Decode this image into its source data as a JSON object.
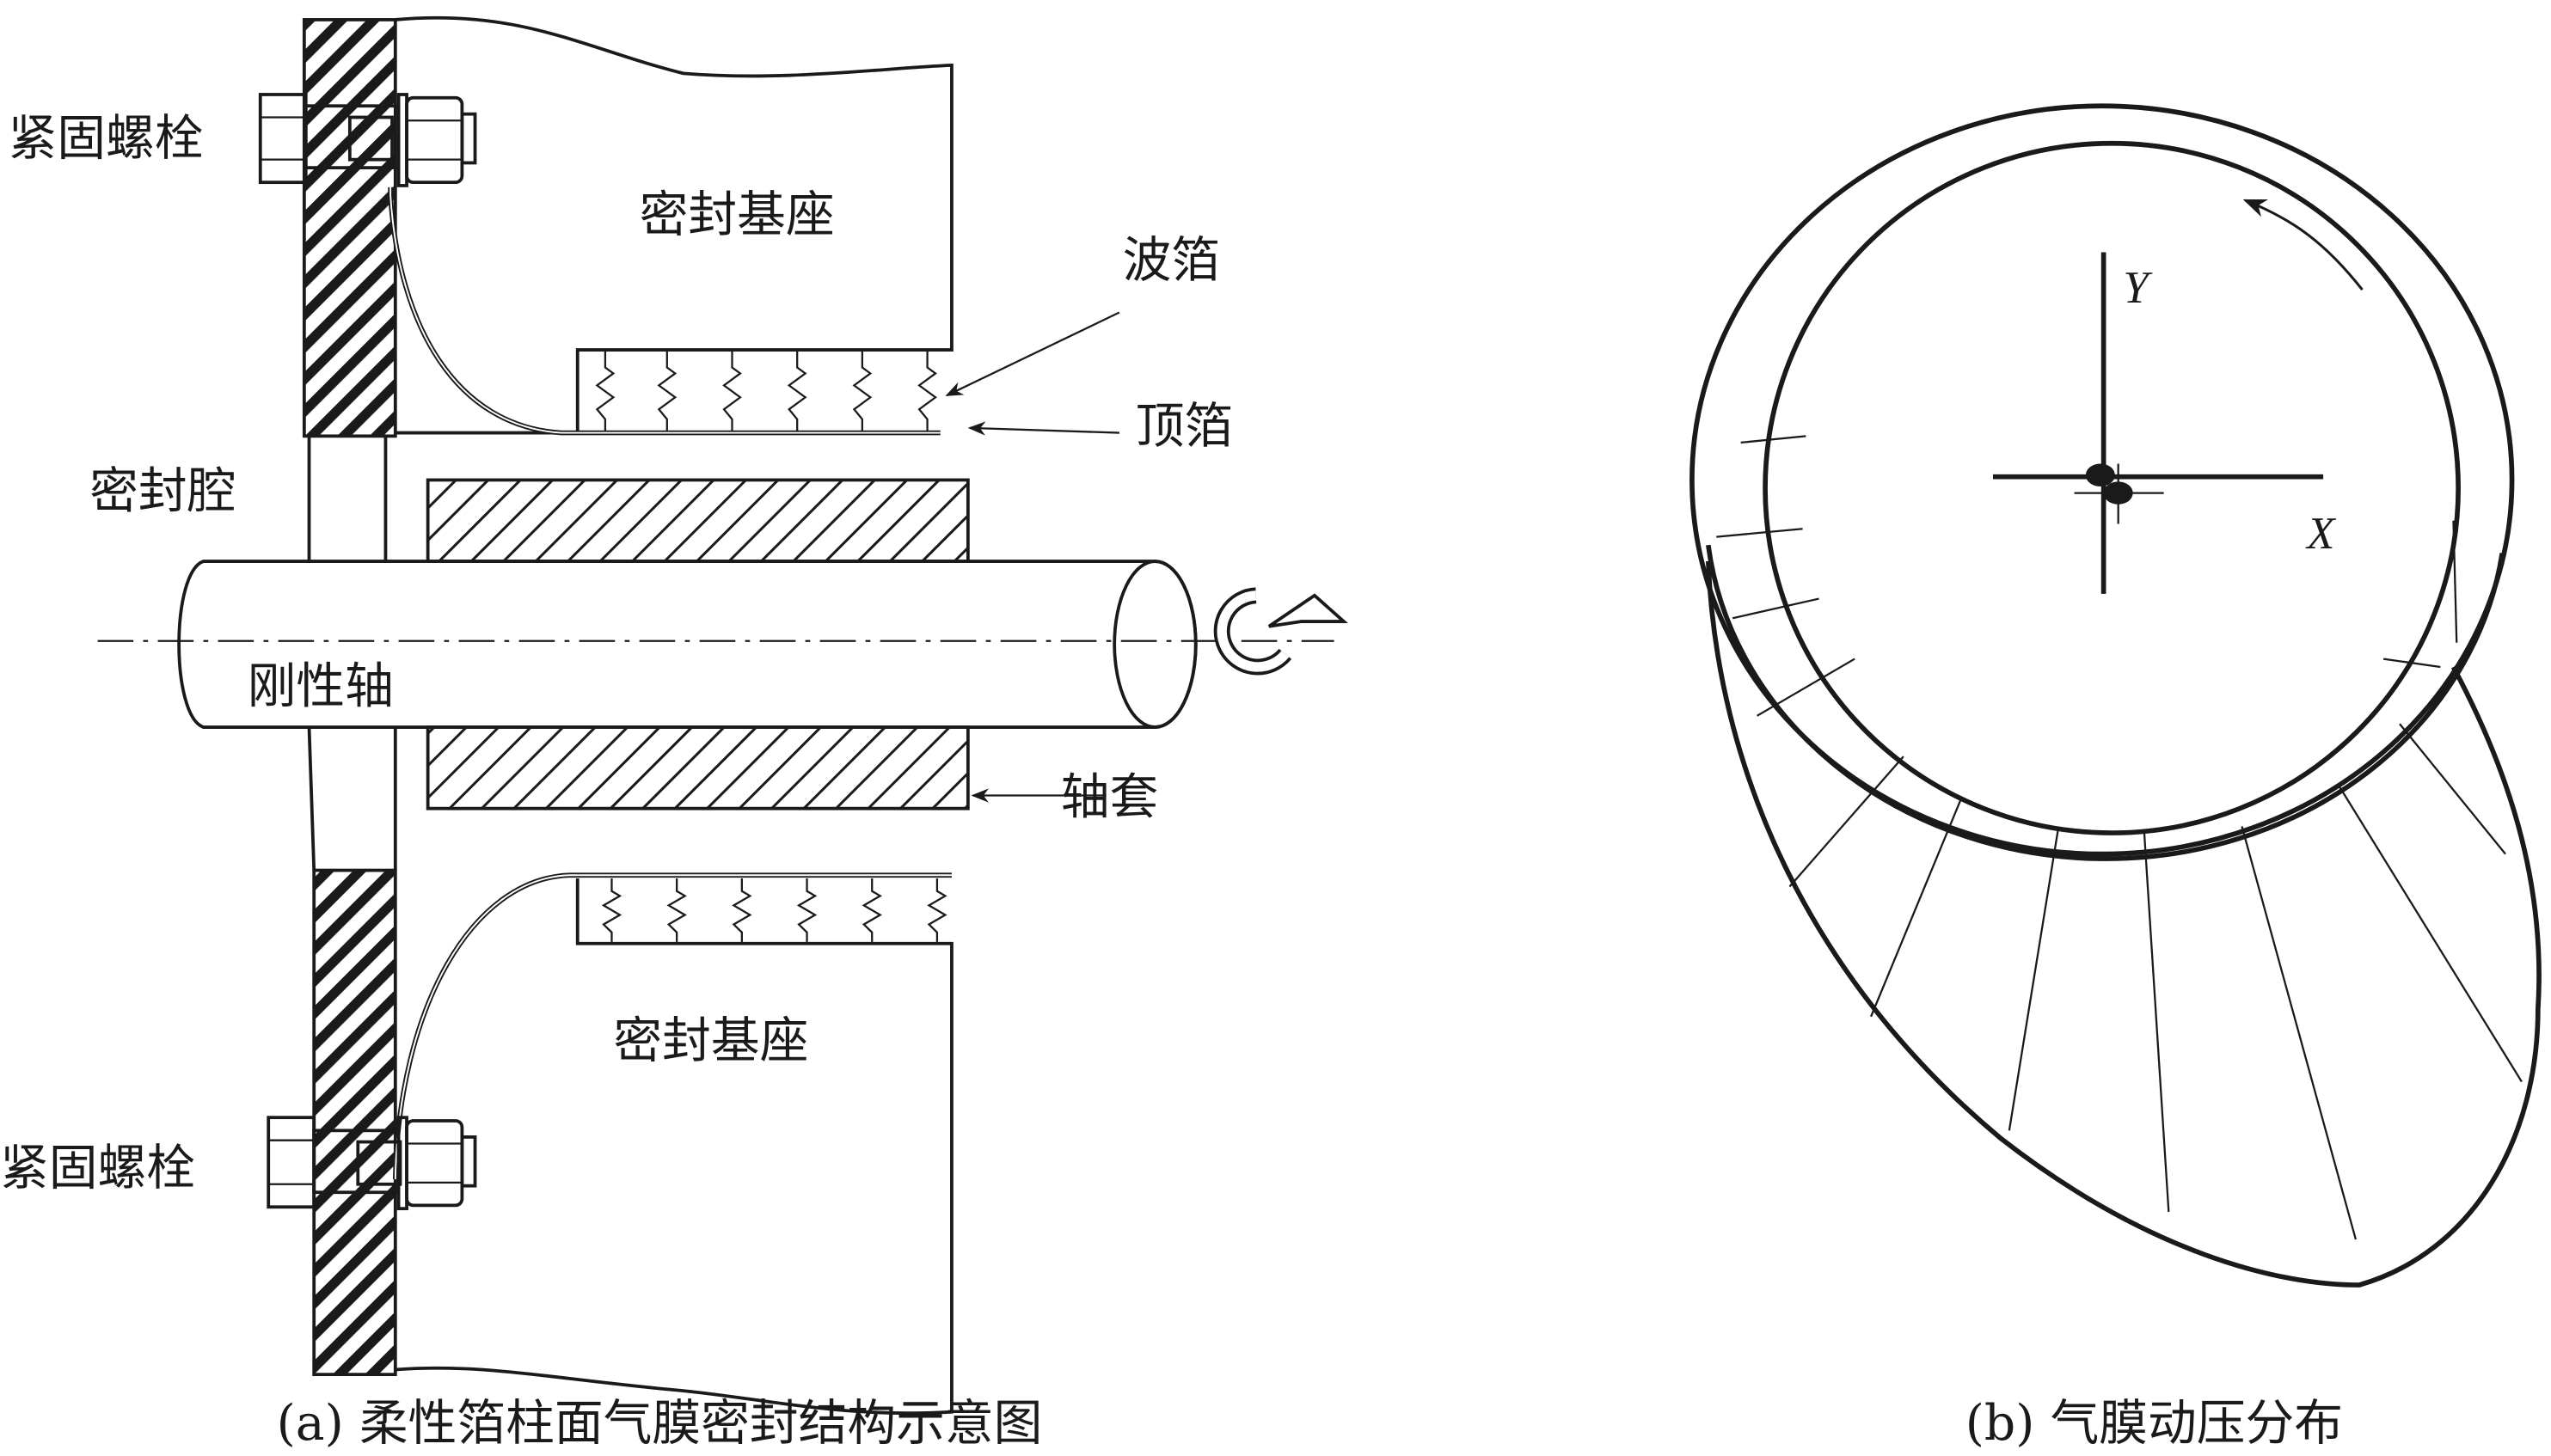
{
  "panel_a": {
    "labels": {
      "bolt_top": "紧固螺栓",
      "bolt_bottom": "紧固螺栓",
      "seal_base_top": "密封基座",
      "seal_base_bottom": "密封基座",
      "bump_foil": "波箔",
      "top_foil": "顶箔",
      "seal_cavity": "密封腔",
      "rigid_shaft": "刚性轴",
      "sleeve": "轴套"
    },
    "caption": "(a) 柔性箔柱面气膜密封结构示意图"
  },
  "panel_b": {
    "axis_labels": {
      "x": "X",
      "y": "Y"
    },
    "caption": "(b) 气膜动压分布"
  }
}
